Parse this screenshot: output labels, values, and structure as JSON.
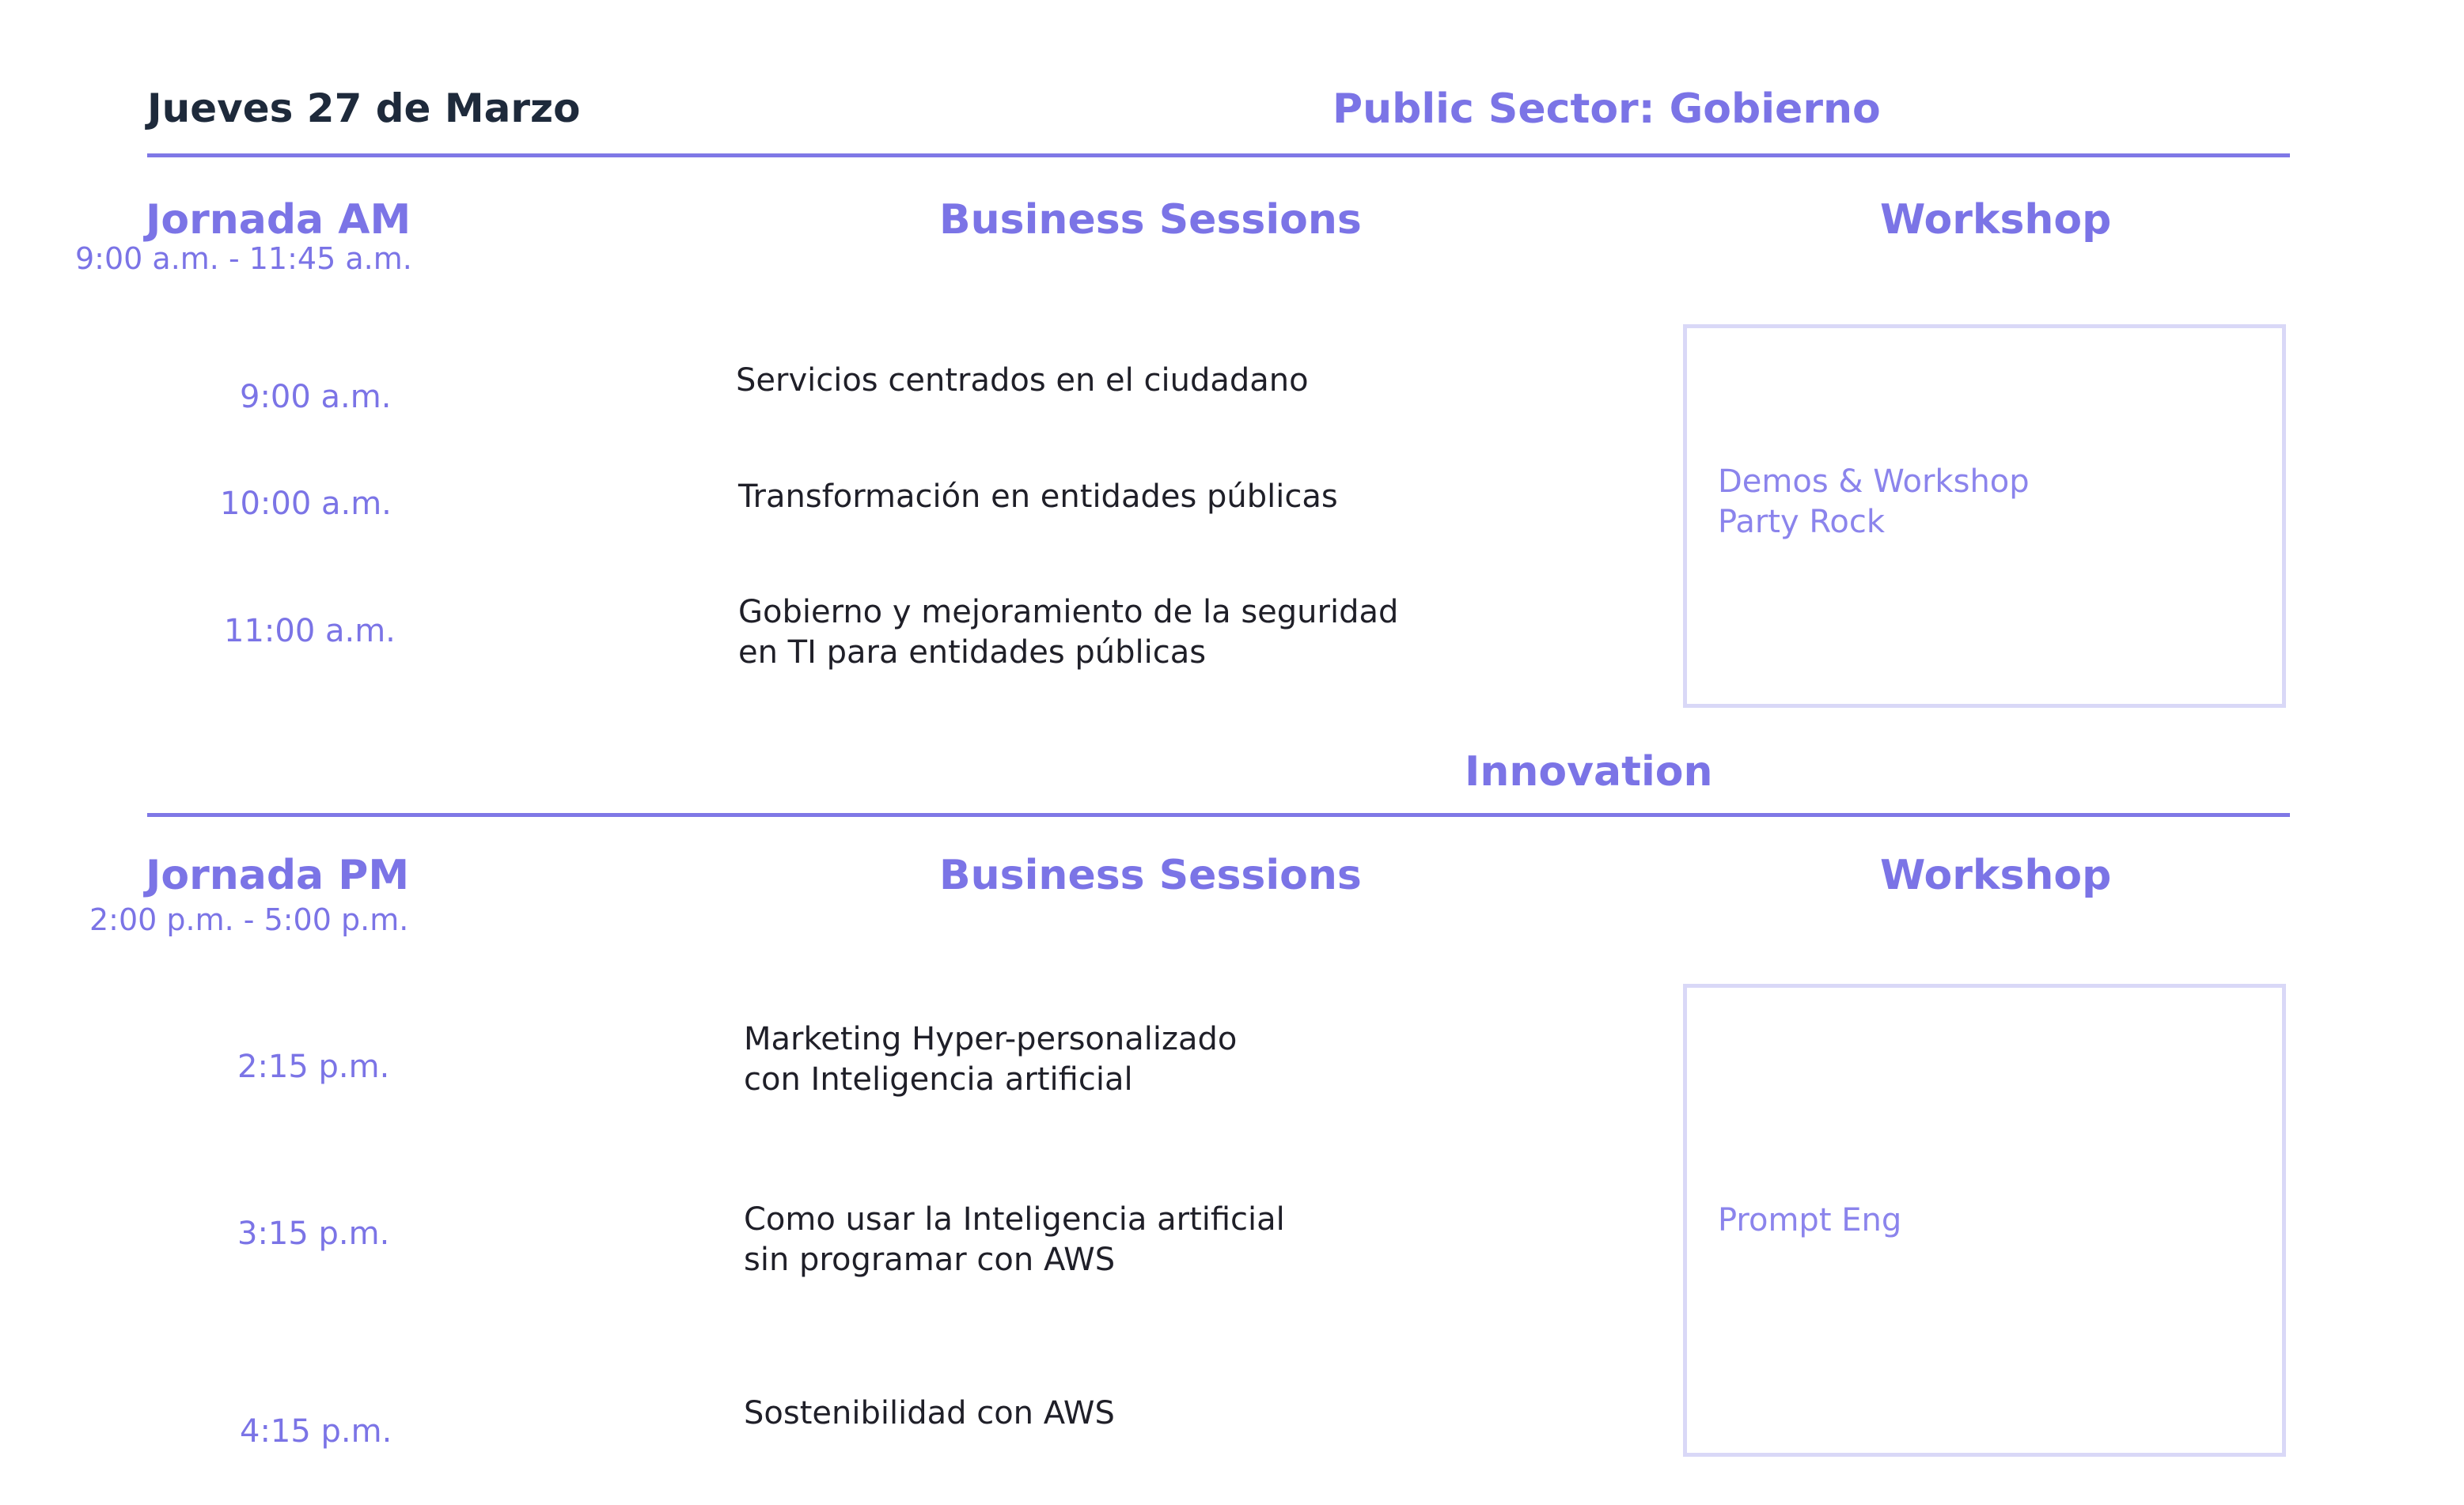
{
  "header": {
    "date": "Jueves 27 de Marzo",
    "track_title": "Public Sector: Gobierno"
  },
  "am": {
    "title": "Jornada AM",
    "range": "9:00 a.m. - 11:45 a.m.",
    "business_heading": "Business Sessions",
    "workshop_heading": "Workshop",
    "sessions": [
      {
        "time": "9:00 a.m.",
        "lines": [
          "Servicios centrados en el ciudadano"
        ]
      },
      {
        "time": "10:00 a.m.",
        "lines": [
          "Transformación en entidades públicas"
        ]
      },
      {
        "time": "11:00 a.m.",
        "lines": [
          "Gobierno y mejoramiento de la seguridad",
          "en TI para entidades públicas"
        ]
      }
    ],
    "workshop_lines": [
      "Demos & Workshop",
      "Party Rock"
    ]
  },
  "innovation_title": "Innovation",
  "pm": {
    "title": "Jornada PM",
    "range": "2:00 p.m. - 5:00 p.m.",
    "business_heading": "Business Sessions",
    "workshop_heading": "Workshop",
    "sessions": [
      {
        "time": "2:15 p.m.",
        "lines": [
          "Marketing Hyper-personalizado",
          "con Inteligencia artificial"
        ]
      },
      {
        "time": "3:15 p.m.",
        "lines": [
          "Como usar la Inteligencia artificial",
          "sin programar con AWS"
        ]
      },
      {
        "time": "4:15 p.m.",
        "lines": [
          "Sostenibilidad con AWS"
        ]
      }
    ],
    "workshop_lines": [
      "Prompt Eng"
    ]
  },
  "colors": {
    "accent": "#7b74e6",
    "text_dark": "#1e2a3b",
    "box_border": "#d9d8f7"
  }
}
